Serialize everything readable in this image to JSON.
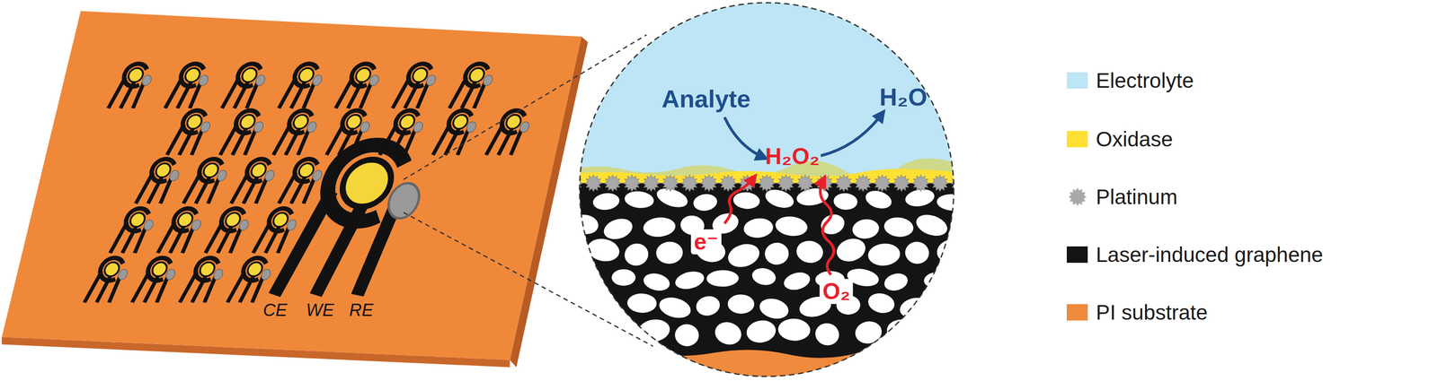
{
  "diagram": {
    "labels": [
      "CE",
      "WE",
      "RE",
      "Analyte",
      "H₂O",
      "H₂O₂",
      "e⁻",
      "O₂"
    ],
    "legend": [
      {
        "text": "Electrolyte",
        "color": "#bde5f5"
      },
      {
        "text": "Oxidase",
        "color": "#ffe033"
      },
      {
        "text": "Platinum",
        "color": "#a9a9a9"
      },
      {
        "text": "Laser-induced graphene",
        "color": "#141414"
      },
      {
        "text": "PI substrate",
        "color": "#f08a3c"
      }
    ]
  }
}
